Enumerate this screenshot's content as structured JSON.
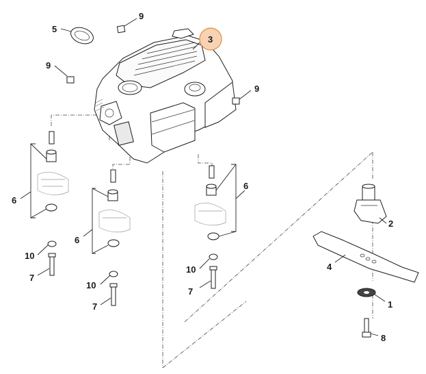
{
  "callouts": {
    "c1": "1",
    "c2": "2",
    "c3": "3",
    "c4": "4",
    "c5": "5",
    "c6a": "6",
    "c6b": "6",
    "c6c": "6",
    "c7a": "7",
    "c7b": "7",
    "c7c": "7",
    "c8": "8",
    "c9a": "9",
    "c9b": "9",
    "c9c": "9",
    "c10a": "10",
    "c10b": "10",
    "c10c": "10"
  },
  "colors": {
    "highlight_fill": "#f7d3b4",
    "highlight_stroke": "#e38b3c",
    "line": "#1a1a1a"
  }
}
